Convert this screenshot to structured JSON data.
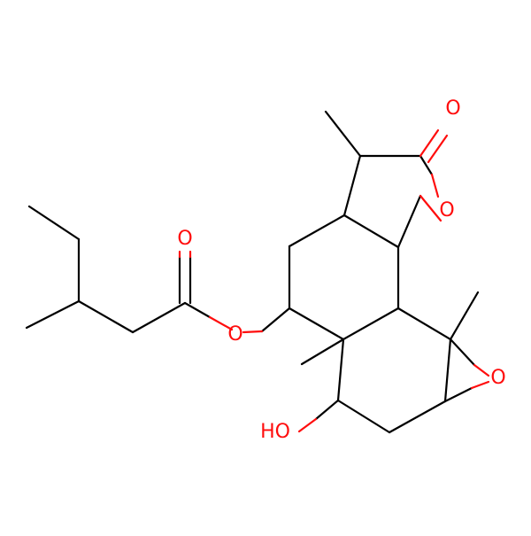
{
  "molecule": {
    "colors": {
      "bond": "#000000",
      "oxygen": "#ff0d0d",
      "background": "#ffffff"
    },
    "atom_labels": {
      "o_carbonyl_lactone": "O",
      "o_ring_lactone": "O",
      "o_epoxide": "O",
      "o_ester_carbonyl": "O",
      "o_ester_link": "O",
      "hydroxyl": "HO"
    }
  }
}
